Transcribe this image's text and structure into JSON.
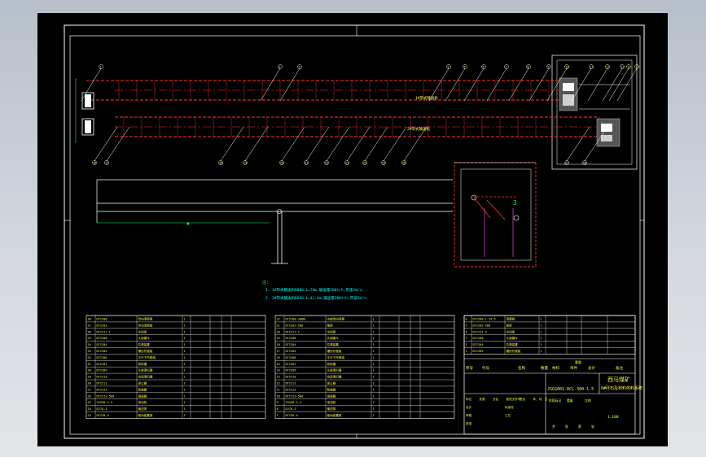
{
  "drawing": {
    "title_block": {
      "company": "西马煤矿",
      "drawing_name": "6#矸石及材料供料系统",
      "drawing_no": "JSGS001-DCL-300-1.5",
      "scale": "1:100",
      "header_row": [
        "序号",
        "代号",
        "名称",
        "数量",
        "材料",
        "单件",
        "总计",
        "备注"
      ],
      "mass_header": "重量",
      "approval_labels": [
        "标记",
        "处数",
        "分区",
        "更改文件号",
        "签名",
        "年、月、日",
        "设计",
        "标准化",
        "审核",
        "工艺",
        "批准"
      ],
      "stage_labels": [
        "阶段标记",
        "重量",
        "比例"
      ],
      "sheet_labels": [
        "共",
        "张",
        "第",
        "张"
      ]
    },
    "notes": {
      "heading": "注:",
      "lines": [
        "1. 1#带式输送机B800 L=78m,输送量200t/h,带速2m/s;",
        "2. 2#带式输送机B650 L=41.4m,输送量200t/h,带速2m/s;"
      ]
    },
    "plan_labels": {
      "upper_conveyor": "1#带式输送机",
      "lower_conveyor": "2#带式输送机"
    },
    "callouts_upper": [
      "1",
      "2",
      "3",
      "4",
      "5",
      "6",
      "7",
      "8",
      "9",
      "10",
      "11",
      "12",
      "13",
      "14",
      "15"
    ],
    "callouts_lower": [
      "16",
      "17",
      "18",
      "19",
      "20",
      "21",
      "22",
      "23",
      "24",
      "25",
      "26",
      "27",
      "28"
    ],
    "parts_table_left": [
      [
        "38",
        "DTII08",
        "改向滚筒组",
        "1",
        "",
        "",
        "",
        ""
      ],
      [
        "37",
        "DTII03",
        "传动滚筒组",
        "1",
        "",
        "",
        "",
        ""
      ],
      [
        "36",
        "DTII17-1",
        "中间架",
        "1",
        "",
        "",
        "",
        ""
      ],
      [
        "35",
        "DTII08",
        "头部漏斗",
        "1",
        "",
        "",
        "",
        ""
      ],
      [
        "34",
        "DTII04",
        "拉紧装置",
        "1",
        "",
        "",
        "",
        ""
      ],
      [
        "33",
        "DTII05",
        "槽形托辊组",
        "1",
        "",
        "",
        "",
        ""
      ],
      [
        "32",
        "DTII06",
        "平行下托辊组",
        "1",
        "",
        "",
        "",
        ""
      ],
      [
        "31",
        "DTII07",
        "导料槽",
        "1",
        "",
        "",
        "",
        ""
      ],
      [
        "30",
        "DTII09",
        "头部清扫器",
        "1",
        "",
        "",
        "",
        ""
      ],
      [
        "29",
        "DTII10",
        "空段清扫器",
        "1",
        "",
        "",
        "",
        ""
      ],
      [
        "28",
        "DTII11",
        "逆止器",
        "1",
        "",
        "",
        "",
        ""
      ],
      [
        "27",
        "DTII12",
        "联轴器",
        "1",
        "",
        "",
        "",
        ""
      ],
      [
        "26",
        "DTII13-500",
        "减速器",
        "1",
        "",
        "",
        "",
        ""
      ],
      [
        "25",
        "YX250-2-4",
        "电动机",
        "1",
        "",
        "",
        "",
        ""
      ],
      [
        "24",
        "DJ7A.3",
        "输送带",
        "1",
        "",
        "",
        "",
        ""
      ],
      [
        "23",
        "DTII8.4",
        "驱动装置架",
        "1",
        "",
        "",
        "",
        ""
      ]
    ],
    "parts_table_mid": [
      [
        "22",
        "DTII08-300DL",
        "中部改向滚筒",
        "1",
        "",
        "",
        "",
        ""
      ],
      [
        "21",
        "DTII02-500",
        "尾架",
        "1",
        "",
        "",
        "",
        ""
      ],
      [
        "20",
        "DTII17-2",
        "中间架",
        "1",
        "",
        "",
        "",
        ""
      ],
      [
        "19",
        "DTII08",
        "头部漏斗",
        "1",
        "",
        "",
        "",
        ""
      ],
      [
        "18",
        "DTII04",
        "拉紧装置",
        "1",
        "",
        "",
        "",
        ""
      ],
      [
        "17",
        "DTII05",
        "槽形托辊组",
        "1",
        "",
        "",
        "",
        ""
      ],
      [
        "16",
        "DTII06",
        "平行下托辊组",
        "1",
        "",
        "",
        "",
        ""
      ],
      [
        "15",
        "DTII07",
        "导料槽",
        "1",
        "",
        "",
        "",
        ""
      ],
      [
        "14",
        "DTII09",
        "头部清扫器",
        "1",
        "",
        "",
        "",
        ""
      ],
      [
        "13",
        "DTII10",
        "空段清扫器",
        "1",
        "",
        "",
        "",
        ""
      ],
      [
        "12",
        "DTII11",
        "逆止器",
        "1",
        "",
        "",
        "",
        ""
      ],
      [
        "11",
        "DTII12",
        "联轴器",
        "1",
        "",
        "",
        "",
        ""
      ],
      [
        "10",
        "DTII13-500",
        "减速器",
        "1",
        "",
        "",
        "",
        ""
      ],
      [
        "9",
        "YX250-2-4",
        "电动机",
        "1",
        "",
        "",
        "",
        ""
      ],
      [
        "8",
        "DJ7A.3",
        "输送带",
        "1",
        "",
        "",
        "",
        ""
      ],
      [
        "7",
        "DTII8.4",
        "驱动装置架",
        "1",
        "",
        "",
        "",
        ""
      ]
    ],
    "parts_table_right": [
      [
        "6",
        "DTII08-1-15.5",
        "滚筒组",
        "1",
        "",
        "",
        "",
        ""
      ],
      [
        "5",
        "DTII02-500",
        "尾架",
        "1",
        "",
        "",
        "",
        ""
      ],
      [
        "4",
        "DTII17-3",
        "中间架",
        "1",
        "",
        "",
        "",
        ""
      ],
      [
        "3",
        "DTII08",
        "头部漏斗",
        "1",
        "",
        "",
        "",
        ""
      ],
      [
        "2",
        "DTII04",
        "拉紧装置",
        "1",
        "",
        "",
        "",
        ""
      ],
      [
        "1",
        "DTII05",
        "槽形托辊组",
        "1",
        "",
        "",
        "",
        ""
      ]
    ]
  },
  "colors": {
    "background": "#000000",
    "frame": "#ffffff",
    "conveyor_dash": "#ff3333",
    "guide": "#00ff66",
    "leader": "#ffffff",
    "note": "#00ffff",
    "text": "#ffff44"
  }
}
